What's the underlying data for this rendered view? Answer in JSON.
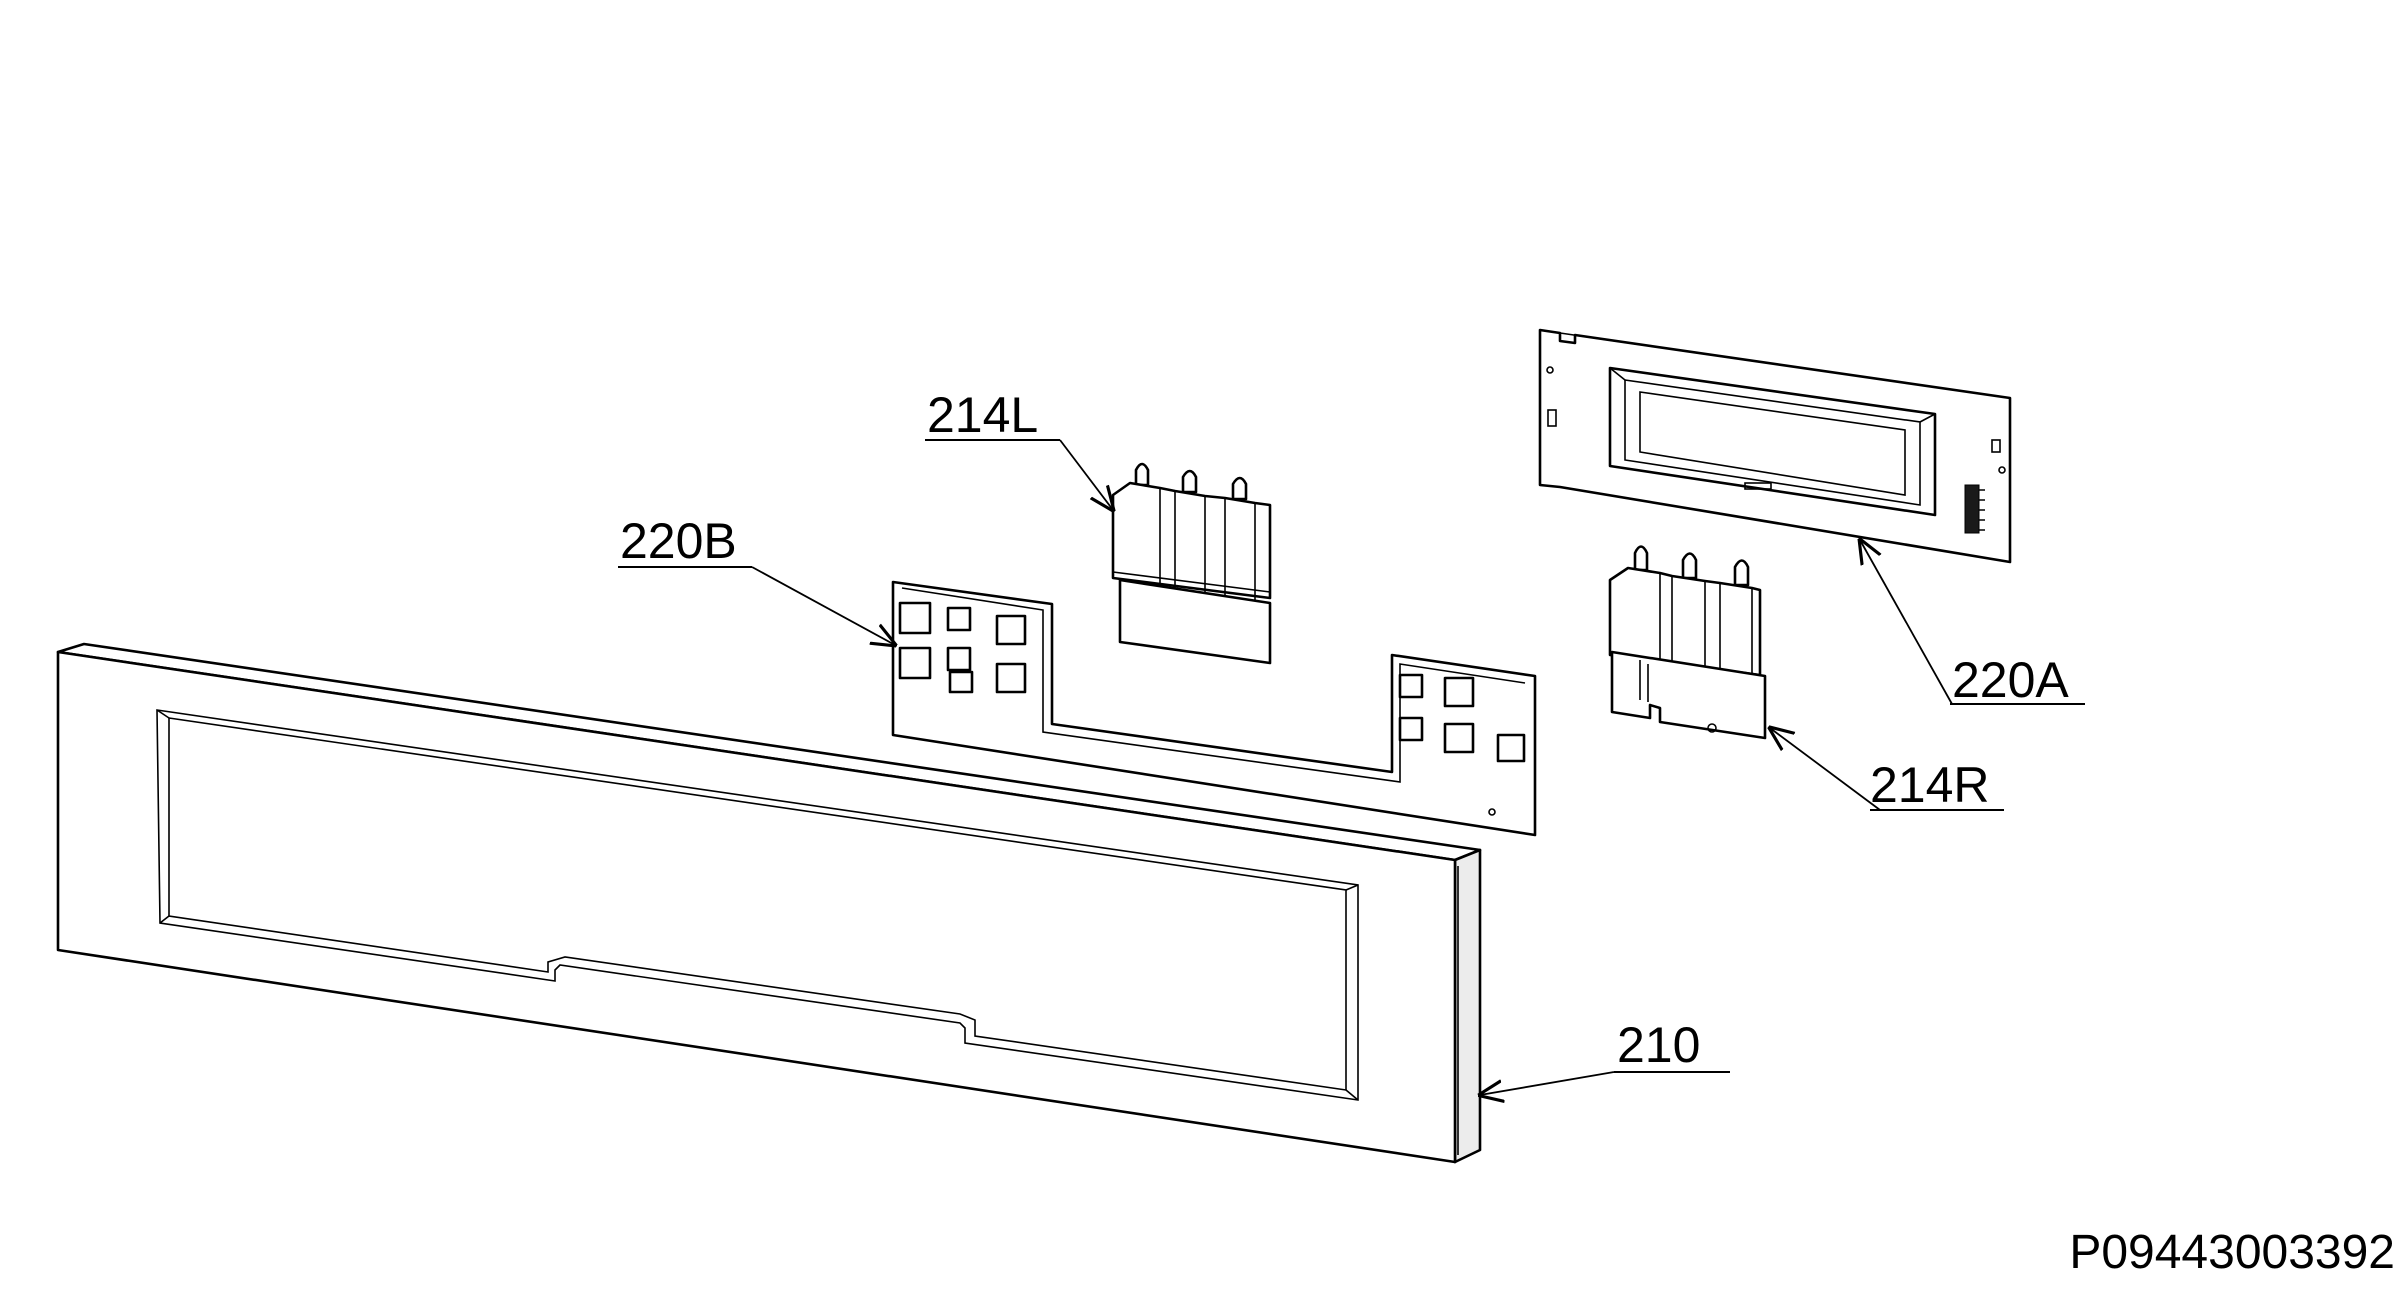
{
  "diagram": {
    "callouts": {
      "p214L": "214L",
      "p220B": "220B",
      "p220A": "220A",
      "p214R": "214R",
      "p210": "210"
    },
    "document_number": "P09443003392"
  },
  "colors": {
    "line": "#000000",
    "background": "#ffffff"
  }
}
